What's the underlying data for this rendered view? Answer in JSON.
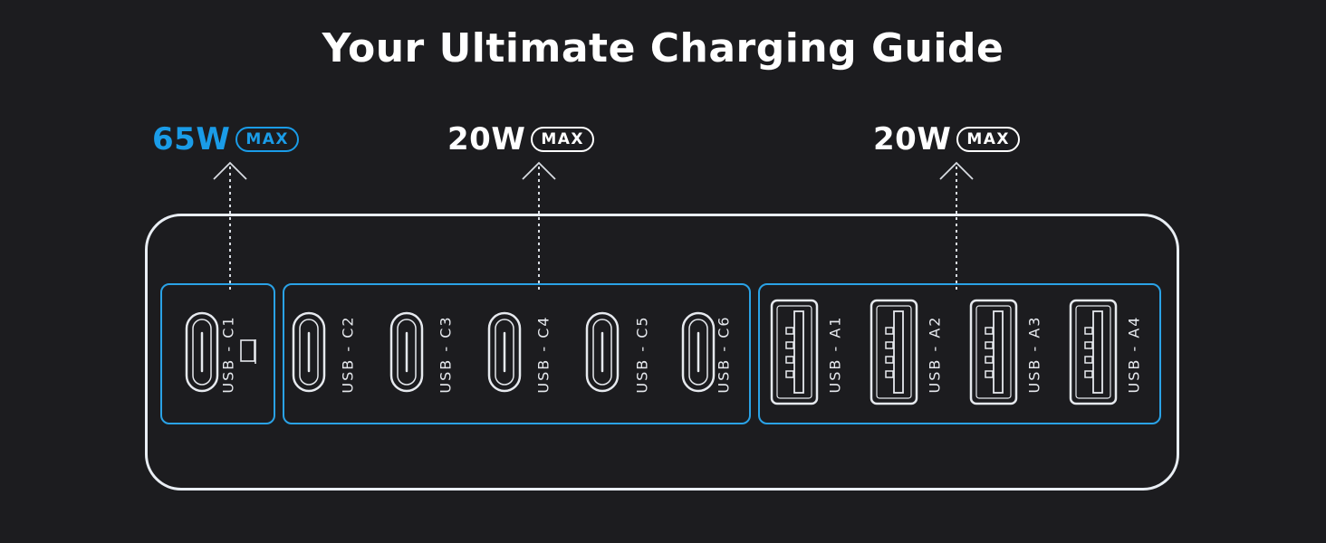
{
  "title": "Your Ultimate Charging Guide",
  "groups": [
    {
      "watt": "65W",
      "max": "MAX",
      "accent": "#1a9ce8"
    },
    {
      "watt": "20W",
      "max": "MAX"
    },
    {
      "watt": "20W",
      "max": "MAX"
    }
  ],
  "ports": {
    "c1": "USB - C1",
    "c2": "USB - C2",
    "c3": "USB - C3",
    "c4": "USB - C4",
    "c5": "USB - C5",
    "c6": "USB - C6",
    "a1": "USB - A1",
    "a2": "USB - A2",
    "a3": "USB - A3",
    "a4": "USB - A4"
  },
  "icons": [
    "laptop-icon",
    "usb-c-port-icon",
    "usb-a-port-icon",
    "arrow-up-icon"
  ],
  "colors": {
    "background": "#1c1c1f",
    "accent": "#1a9ce8",
    "group_border": "#2aa2e6",
    "outline": "#e9eef4"
  }
}
